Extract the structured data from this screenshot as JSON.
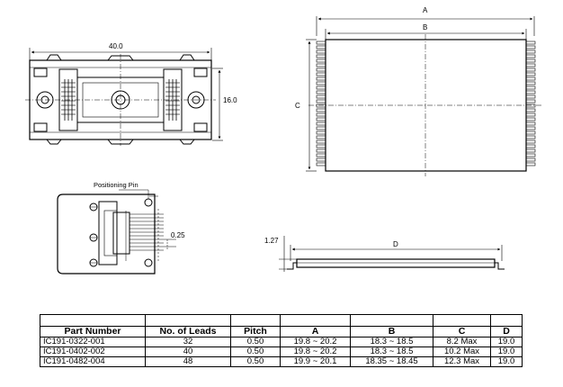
{
  "drawing": {
    "dim_top_width": "40.0",
    "dim_top_height": "16.0",
    "positioning_pin_label": "Positioning Pin",
    "dim_pin_offset": "0.25",
    "dim_height": "1.27",
    "dim_a": "A",
    "dim_b": "B",
    "dim_c": "C",
    "dim_d": "D"
  },
  "table": {
    "headers": [
      "Part Number",
      "No. of Leads",
      "Pitch",
      "A",
      "B",
      "C",
      "D"
    ],
    "rows": [
      [
        "IC191-0322-001",
        "32",
        "0.50",
        "19.8 ~ 20.2",
        "18.3 ~ 18.5",
        "8.2 Max",
        "19.0"
      ],
      [
        "IC191-0402-002",
        "40",
        "0.50",
        "19.8 ~ 20.2",
        "18.3 ~ 18.5",
        "10.2 Max",
        "19.0"
      ],
      [
        "IC191-0482-004",
        "48",
        "0.50",
        "19.9 ~ 20.1",
        "18.35 ~ 18.45",
        "12.3 Max",
        "19.0"
      ]
    ]
  }
}
